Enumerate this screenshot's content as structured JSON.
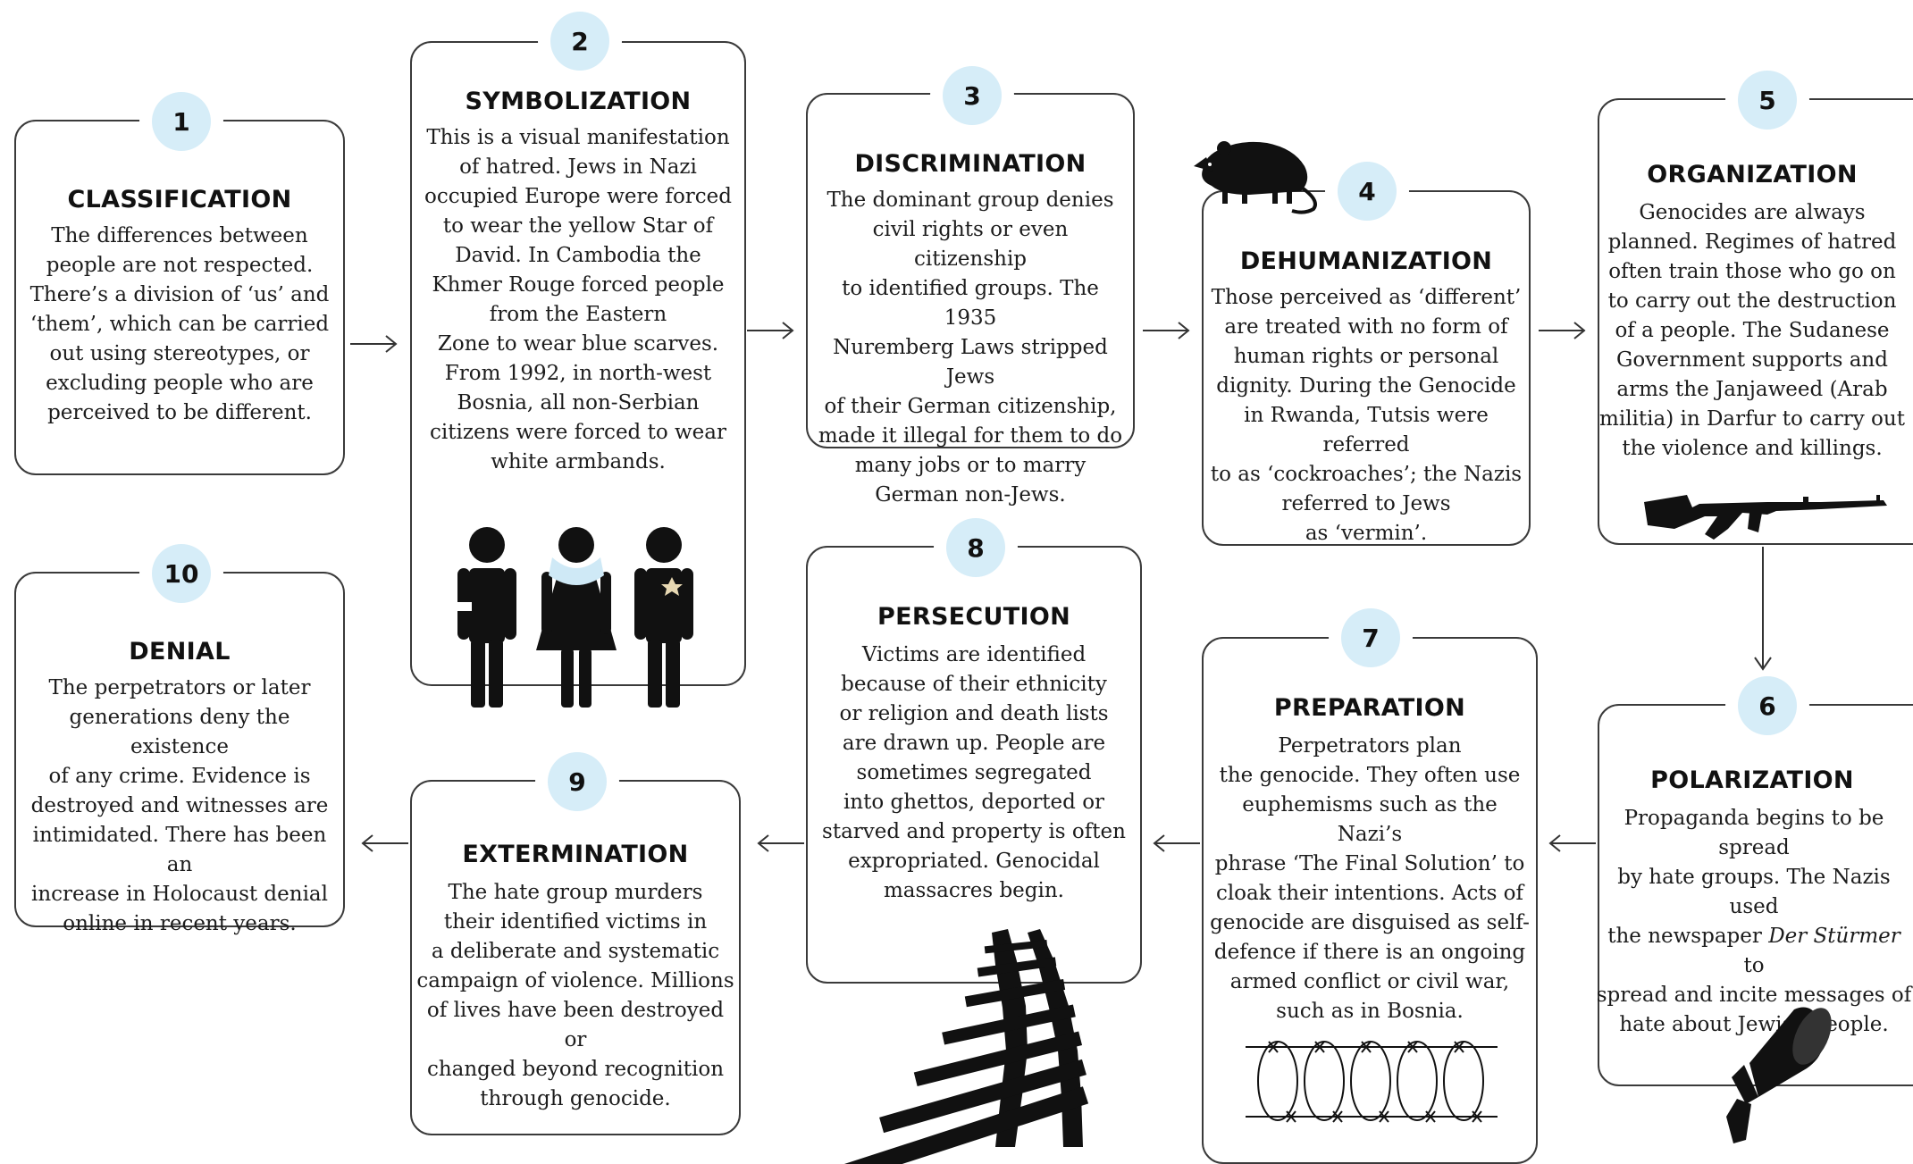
{
  "steps": [
    {
      "num": "1",
      "title": "CLASSIFICATION",
      "text": "The differences between\npeople are not respected.\nThere’s a division of ‘us’ and\n‘them’, which can be carried\nout using stereotypes, or\nexcluding people who are\nperceived to be different."
    },
    {
      "num": "2",
      "title": "SYMBOLIZATION",
      "text": "This is a visual manifestation\nof hatred. Jews in Nazi\noccupied Europe were forced\nto wear the yellow Star of\nDavid. In Cambodia the\nKhmer Rouge forced people\nfrom the Eastern\nZone to wear blue scarves.\nFrom 1992, in north-west\nBosnia, all non-Serbian\ncitizens were forced to wear\nwhite armbands."
    },
    {
      "num": "3",
      "title": "DISCRIMINATION",
      "text": "The dominant group denies\ncivil rights or even citizenship\nto identified groups. The 1935\nNuremberg Laws stripped Jews\nof their German citizenship,\nmade it illegal for them to do\nmany jobs or to marry\nGerman non-Jews."
    },
    {
      "num": "4",
      "title": "DEHUMANIZATION",
      "text": "Those perceived as ‘different’\nare treated with no form of\nhuman rights or personal\ndignity. During the Genocide\nin Rwanda, Tutsis were referred\nto as ‘cockroaches’; the Nazis\nreferred to Jews\nas ‘vermin’."
    },
    {
      "num": "5",
      "title": "ORGANIZATION",
      "text": "Genocides are always\nplanned. Regimes of hatred\noften train those who go on\nto carry out the destruction\nof a people. The Sudanese\nGovernment supports and\narms the Janjaweed (Arab\nmilitia) in Darfur to carry out\nthe violence and killings."
    },
    {
      "num": "6",
      "title": "POLARIZATION",
      "text_before": "Propaganda begins to be spread\nby hate groups. The Nazis used\nthe newspaper ",
      "text_em": "Der Stürmer",
      "text_after": " to\nspread and incite messages of\nhate about Jewish people."
    },
    {
      "num": "7",
      "title": "PREPARATION",
      "text": "Perpetrators plan\nthe genocide. They often use\neuphemisms such as the Nazi’s\nphrase ‘The Final Solution’ to\ncloak their intentions. Acts of\ngenocide are disguised as self-\ndefence if there is an ongoing\narmed conflict or civil war,\nsuch as in Bosnia."
    },
    {
      "num": "8",
      "title": "PERSECUTION",
      "text": "Victims are identified\nbecause of their ethnicity\nor religion and death lists\nare drawn up. People are\nsometimes segregated\ninto ghettos, deported or\nstarved and property is often\nexpropriated. Genocidal\nmassacres begin."
    },
    {
      "num": "9",
      "title": "EXTERMINATION",
      "text": "The hate group murders\ntheir identified victims in\na deliberate and systematic\ncampaign of violence. Millions\nof lives have been destroyed or\nchanged beyond recognition\nthrough genocide."
    },
    {
      "num": "10",
      "title": "DENIAL",
      "text": "The perpetrators or later\ngenerations deny the existence\nof any crime. Evidence is\ndestroyed and witnesses are\nintimidated. There has been an\nincrease in Holocaust denial\nonline in recent years."
    }
  ],
  "icons": {
    "symbolization": "three-figures-icon",
    "dehumanization": "rat-icon",
    "organization": "rifle-icon",
    "polarization": "megaphone-icon",
    "preparation": "barbed-wire-icon",
    "persecution": "railway-tracks-icon"
  },
  "colors": {
    "badge": "#d6edf8",
    "border": "#3a3a3a",
    "text": "#1a1a1a"
  }
}
